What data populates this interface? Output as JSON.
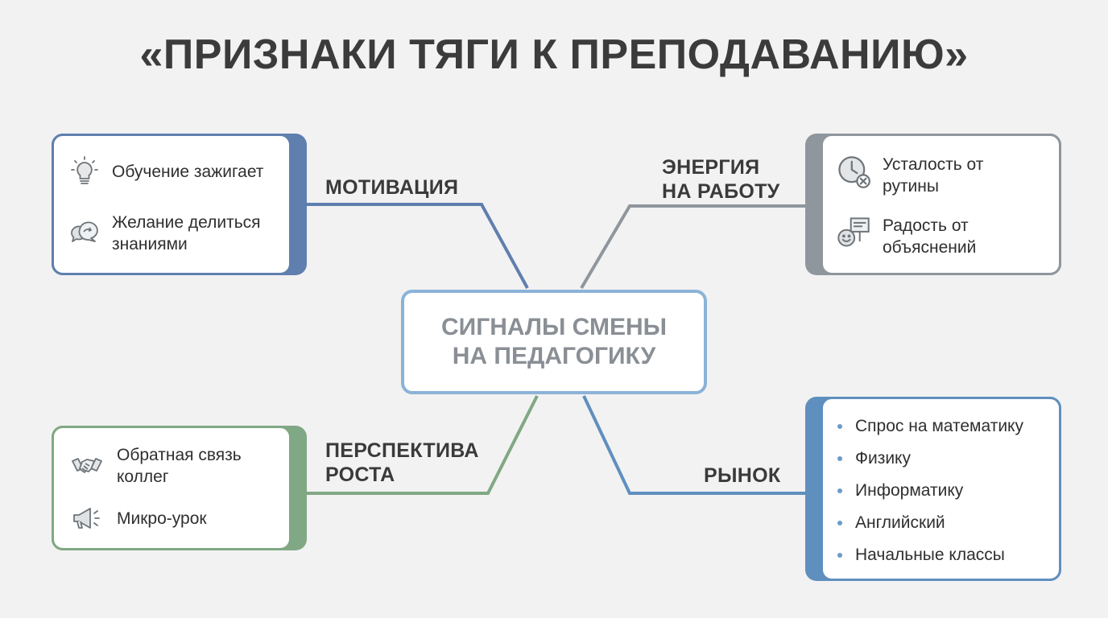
{
  "title": "«ПРИЗНАКИ ТЯГИ К ПРЕПОДАВАНИЮ»",
  "center": {
    "line1": "СИГНАЛЫ СМЕНЫ",
    "line2": "НА ПЕДАГОГИКУ"
  },
  "colors": {
    "motivation": "#5f7fae",
    "energy": "#8f969d",
    "growth": "#80a884",
    "market": "#5f8fbf",
    "center_border": "#8bb3d8"
  },
  "branches": {
    "motivation": {
      "label": "МОТИВАЦИЯ",
      "items": [
        {
          "icon": "lightbulb-icon",
          "text": "Обучение зажигает"
        },
        {
          "icon": "speech-bubbles-icon",
          "text_line1": "Желание делиться",
          "text_line2": "знаниями"
        }
      ]
    },
    "energy": {
      "label_line1": "ЭНЕРГИЯ",
      "label_line2": "НА РАБОТУ",
      "items": [
        {
          "icon": "clock-cancel-icon",
          "text_line1": "Усталость от",
          "text_line2": "рутины"
        },
        {
          "icon": "smiley-presentation-icon",
          "text_line1": "Радость от",
          "text_line2": "объяснений"
        }
      ]
    },
    "growth": {
      "label_line1": "ПЕРСПЕКТИВА",
      "label_line2": "РОСТА",
      "items": [
        {
          "icon": "handshake-icon",
          "text_line1": "Обратная связь",
          "text_line2": "коллег"
        },
        {
          "icon": "megaphone-icon",
          "text": "Микро-урок"
        }
      ]
    },
    "market": {
      "label": "РЫНОК",
      "items": [
        "Спрос на математику",
        "Физику",
        "Информатику",
        "Английский",
        "Начальные классы"
      ]
    }
  }
}
